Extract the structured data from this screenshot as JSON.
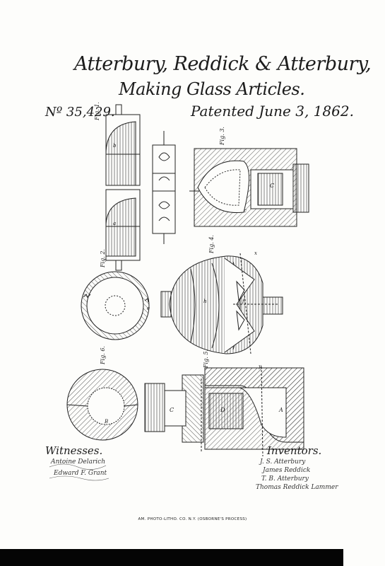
{
  "header": {
    "title": "Atterbury, Reddick & Atterbury,",
    "subtitle": "Making Glass Articles.",
    "patent_number": "Nº 35,429.",
    "patent_date": "Patented June 3, 1862."
  },
  "figures": {
    "fig1": "Fig. 1.",
    "fig2": "Fig. 2.",
    "fig3": "Fig. 3.",
    "fig4": "Fig. 4.",
    "fig5": "Fig. 5.",
    "fig6": "Fig. 6."
  },
  "letters": {
    "a": "a",
    "b": "b",
    "c": "c",
    "e": "e",
    "h": "h",
    "A": "A",
    "B": "B",
    "C": "C",
    "D": "D",
    "f": "f",
    "x": "x",
    "y": "y"
  },
  "witnesses": {
    "label": "Witnesses.",
    "names": [
      "Antoine Delarich",
      "Edward F. Grant"
    ]
  },
  "inventors": {
    "label": "Inventors.",
    "names": [
      "J. S. Atterbury",
      "James Reddick",
      "T. B. Atterbury",
      "Thomas Reddick Lammer"
    ]
  },
  "footer": {
    "printer": "AM. PHOTO-LITHO. CO. N.Y. (OSBORNE'S PROCESS)"
  }
}
